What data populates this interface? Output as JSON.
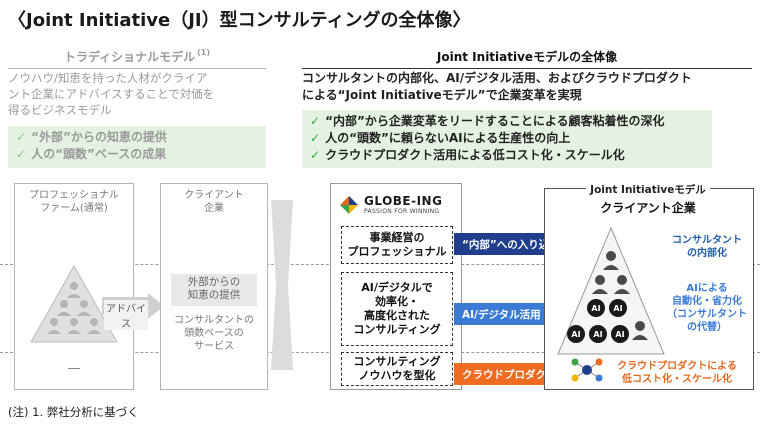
{
  "title": "〈Joint Initiative（JI）型コンサルティングの全体像〉",
  "left": {
    "heading": "トラディショナルモデル",
    "heading_note": "(1)",
    "description": [
      "ノウハウ/知恵を持った人材がクライア",
      "ント企業にアドバイスすることで対価を",
      "得るビジネスモデル"
    ],
    "checks": [
      "“外部”からの知恵の提供",
      "人の“頭数”ベースの成果"
    ],
    "firm_label": [
      "プロフェッショナル",
      "ファーム(通常)"
    ],
    "client_label": [
      "クライアント",
      "企業"
    ],
    "advice_label": "アドバイス",
    "external_box": [
      "外部からの",
      "知恵の提供"
    ],
    "service_label": [
      "コンサルタントの",
      "頭数ベースの",
      "サービス"
    ],
    "dash_mark": "―"
  },
  "right": {
    "heading": "Joint Initiativeモデルの全体像",
    "description": [
      "コンサルタントの内部化、AI/デジタル活用、およびクラウドプロダクト",
      "による“Joint Initiativeモデル”で企業変革を実現"
    ],
    "checks": [
      "“内部”から企業変革をリードすることによる顧客粘着性の深化",
      "人の“頭数”に頼らないAIによる生産性の向上",
      "クラウドプロダクト活用による低コスト化・スケール化"
    ],
    "logo_name": "GLOBE-ING",
    "logo_tagline": "PASSION FOR WINNING",
    "boxes": [
      [
        "事業経営の",
        "プロフェッショナル"
      ],
      [
        "AI/デジタルで",
        "効率化・",
        "高度化された",
        "コンサルティング"
      ],
      [
        "コンサルティング",
        "ノウハウを型化"
      ]
    ],
    "arrows": [
      "“内部”への入り込み",
      "AI/デジタル活用",
      "クラウドプロダクト"
    ],
    "client_title": [
      "Joint Initiativeモデル",
      "クライアント企業"
    ],
    "ai_label": "AI",
    "notes": {
      "n1": [
        "コンサルタント",
        "の内部化"
      ],
      "n2": [
        "AIによる",
        "自動化・省力化",
        "（コンサルタント",
        "の代替）"
      ],
      "n3": [
        "クラウドプロダクトによる",
        "低コスト化・スケール化"
      ]
    }
  },
  "footnote": "(注) 1. 弊社分析に基づく",
  "colors": {
    "green_bg": "#e4f3e1",
    "check": "#3aa548",
    "navy": "#1f3e8c",
    "blue": "#3b7bd6",
    "orange": "#ee6b1f",
    "teal": "#1f5fae"
  }
}
